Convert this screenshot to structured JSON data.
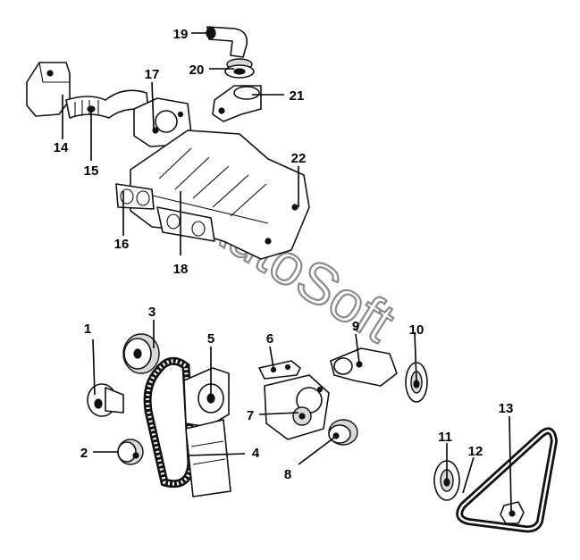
{
  "watermark": "AutoSoft",
  "callouts": [
    {
      "id": "1",
      "label": "1"
    },
    {
      "id": "2",
      "label": "2"
    },
    {
      "id": "3",
      "label": "3"
    },
    {
      "id": "4",
      "label": "4"
    },
    {
      "id": "5",
      "label": "5"
    },
    {
      "id": "6",
      "label": "6"
    },
    {
      "id": "7",
      "label": "7"
    },
    {
      "id": "8",
      "label": "8"
    },
    {
      "id": "9",
      "label": "9"
    },
    {
      "id": "10",
      "label": "10"
    },
    {
      "id": "11",
      "label": "11"
    },
    {
      "id": "12",
      "label": "12"
    },
    {
      "id": "13",
      "label": "13"
    },
    {
      "id": "14",
      "label": "14"
    },
    {
      "id": "15",
      "label": "15"
    },
    {
      "id": "16",
      "label": "16"
    },
    {
      "id": "17",
      "label": "17"
    },
    {
      "id": "18",
      "label": "18"
    },
    {
      "id": "19",
      "label": "19"
    },
    {
      "id": "20",
      "label": "20"
    },
    {
      "id": "21",
      "label": "21"
    },
    {
      "id": "22",
      "label": "22"
    }
  ]
}
